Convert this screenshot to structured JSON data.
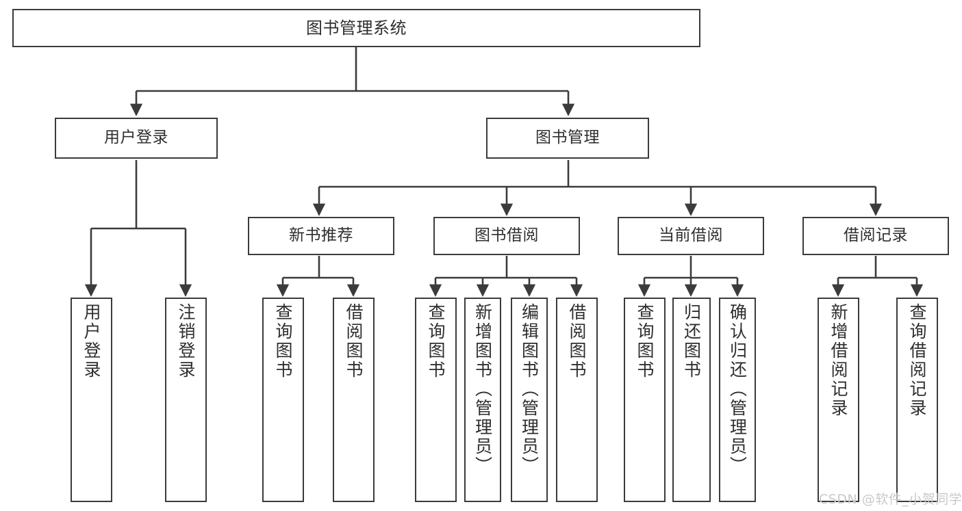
{
  "diagram": {
    "title": "图书管理系统",
    "type": "hierarchy-tree",
    "levels": 4,
    "root": {
      "label": "图书管理系统"
    },
    "level2": [
      {
        "label": "用户登录"
      },
      {
        "label": "图书管理"
      }
    ],
    "level3": [
      {
        "label": "新书推荐"
      },
      {
        "label": "图书借阅"
      },
      {
        "label": "当前借阅"
      },
      {
        "label": "借阅记录"
      }
    ],
    "leaves": {
      "user_login": [
        {
          "label": "用户登录"
        },
        {
          "label": "注销登录"
        }
      ],
      "new_book_recommend": [
        {
          "label": "查询图书"
        },
        {
          "label": "借阅图书"
        }
      ],
      "book_borrow": [
        {
          "label": "查询图书"
        },
        {
          "label": "新增图书（管理员）"
        },
        {
          "label": "编辑图书（管理员）"
        },
        {
          "label": "借阅图书"
        }
      ],
      "current_borrow": [
        {
          "label": "查询图书"
        },
        {
          "label": "归还图书"
        },
        {
          "label": "确认归还（管理员）"
        }
      ],
      "borrow_record": [
        {
          "label": "新增借阅记录"
        },
        {
          "label": "查询借阅记录"
        }
      ]
    }
  },
  "watermark": {
    "text": "CSDN @软件_小贺同学"
  },
  "colors": {
    "background": "#ffffff",
    "border": "#3b3b3b",
    "text": "#2e2e2e",
    "connector": "#3b3b3b",
    "watermark": "#c9c9c9"
  }
}
